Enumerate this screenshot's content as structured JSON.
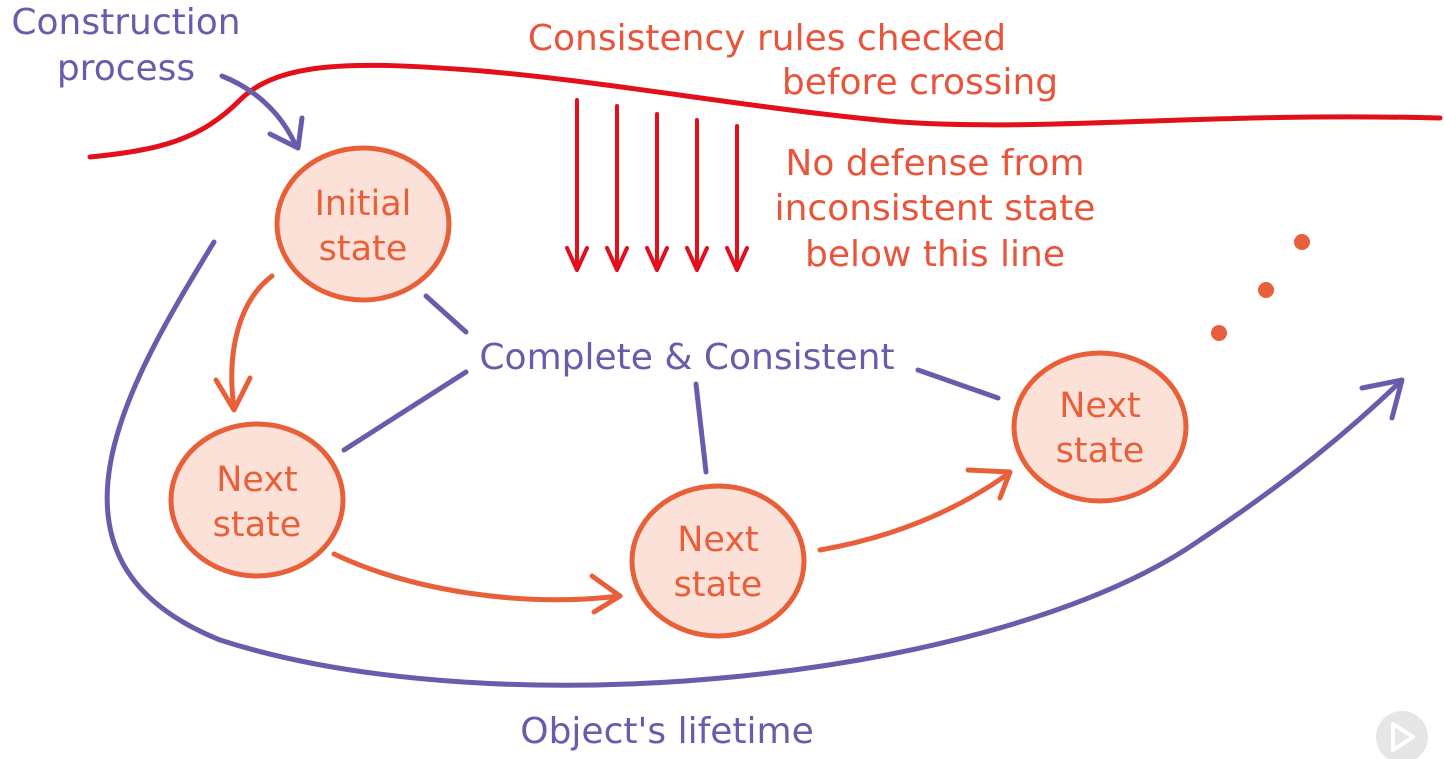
{
  "colors": {
    "purple": "#6a5bab",
    "red": "#e3101c",
    "orange": "#e8603a",
    "state_fill": "#fbe1d8",
    "dot": "#e85f3c",
    "play_button_bg": "#e6e6e6"
  },
  "labels": {
    "construction_line1": "Construction",
    "construction_line2": "process",
    "rules_line1": "Consistency rules checked",
    "rules_line2": "before crossing",
    "defense_line1": "No defense from",
    "defense_line2": "inconsistent state",
    "defense_line3": "below this line",
    "complete": "Complete & Consistent",
    "lifetime": "Object's lifetime"
  },
  "states": [
    {
      "line1": "Initial",
      "line2": "state"
    },
    {
      "line1": "Next",
      "line2": "state"
    },
    {
      "line1": "Next",
      "line2": "state"
    },
    {
      "line1": "Next",
      "line2": "state"
    }
  ],
  "icons": {
    "continuation": "ellipsis-dots-icon",
    "play": "play-icon"
  }
}
